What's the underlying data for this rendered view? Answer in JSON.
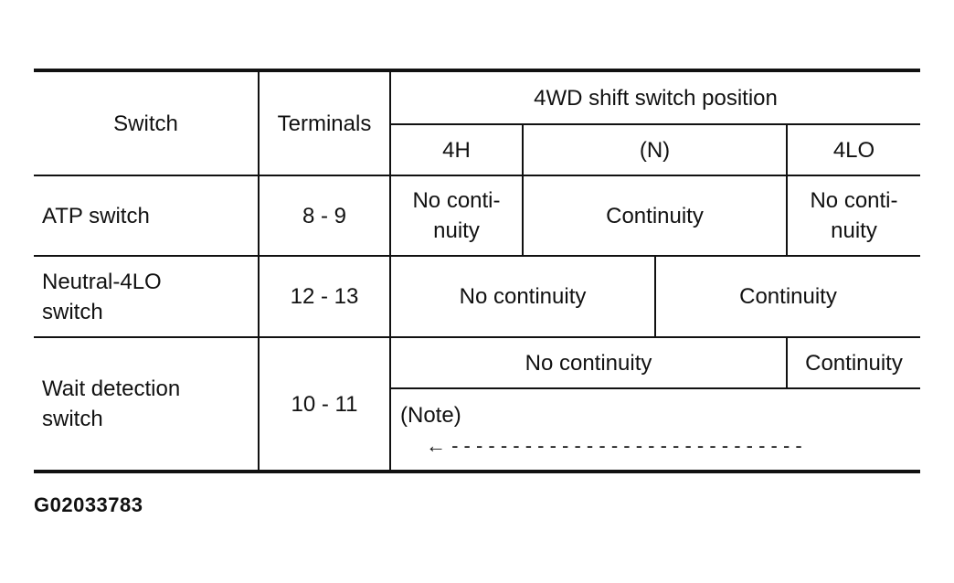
{
  "table": {
    "header": {
      "switch": "Switch",
      "terminals": "Terminals",
      "group": "4WD shift switch position",
      "positions": [
        "4H",
        "(N)",
        "4LO"
      ]
    },
    "rows": [
      {
        "switch": "ATP switch",
        "terminals": "8 - 9",
        "cells": [
          "No conti-\nnuity",
          "Continuity",
          "No conti-\nnuity"
        ]
      },
      {
        "switch": "Neutral-4LO\nswitch",
        "terminals": "12 - 13",
        "cells": [
          "No continuity",
          "Continuity"
        ]
      },
      {
        "switch": "Wait detection\nswitch",
        "terminals": "10 - 11",
        "cells": [
          "No continuity",
          "Continuity"
        ],
        "note": "(Note)",
        "arrow": "← - - - - - - - - - - - - - - - - - - - - - - - - - - - - -"
      }
    ]
  },
  "figure_id": "G02033783"
}
